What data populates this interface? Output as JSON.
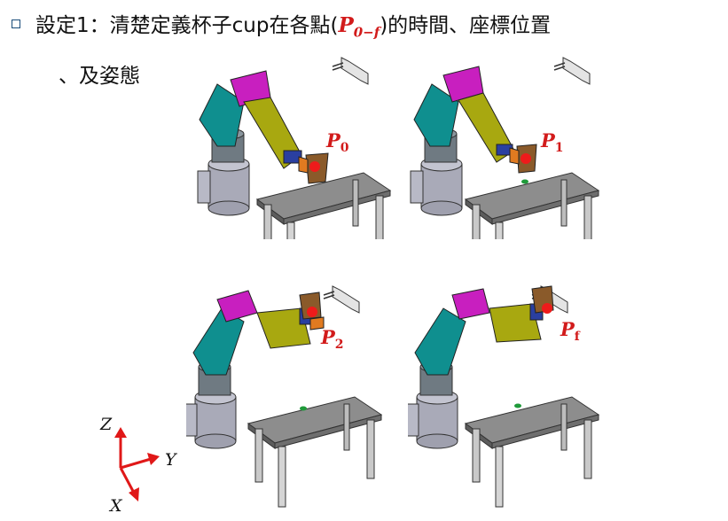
{
  "heading": {
    "line1_prefix": "設定1：清楚定義杯子cup在各點(",
    "var_symbol": "P",
    "var_subscript": "0−f",
    "line1_suffix": ")的時間、座標位置",
    "line2": "、及姿態"
  },
  "scenes": [
    {
      "label": "P",
      "sub": "0"
    },
    {
      "label": "P",
      "sub": "1"
    },
    {
      "label": "P",
      "sub": "2"
    },
    {
      "label": "P",
      "sub": "f"
    }
  ],
  "axes": {
    "z": "Z",
    "y": "Y",
    "x": "X"
  },
  "colors": {
    "accent_red": "#d21b1b",
    "teal": "#0f8f8f",
    "magenta": "#c81fbf",
    "olive": "#a8a810",
    "cup_brown": "#8a5a2a",
    "table_gray": "#8a8a8a",
    "base_gray": "#a9aab8",
    "target_green": "#1f9a3a"
  }
}
